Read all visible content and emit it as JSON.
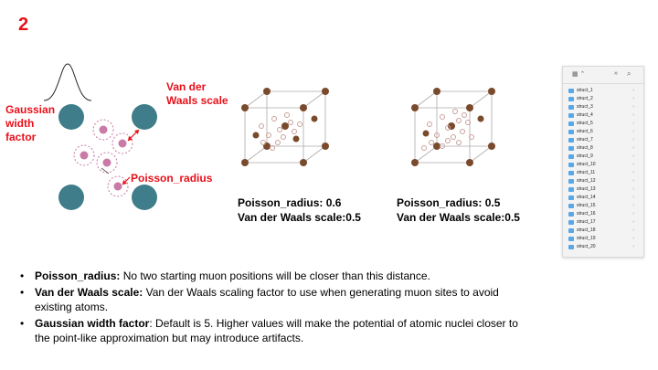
{
  "slide": {
    "number": "2"
  },
  "diagram": {
    "label_vdw": [
      "Van der",
      "Waals scale"
    ],
    "label_gaussian": [
      "Gaussian",
      "width",
      "factor"
    ],
    "label_poisson": "Poisson_radius"
  },
  "structures": [
    {
      "caption_line1": "Poisson_radius: 0.6",
      "caption_line2": "Van der Waals scale:0.5"
    },
    {
      "caption_line1": "Poisson_radius: 0.5",
      "caption_line2": "Van der Waals scale:0.5"
    }
  ],
  "finder": {
    "items": [
      "struct_1",
      "struct_2",
      "struct_3",
      "struct_4",
      "struct_5",
      "struct_6",
      "struct_7",
      "struct_8",
      "struct_9",
      "struct_10",
      "struct_11",
      "struct_12",
      "struct_13",
      "struct_14",
      "struct_15",
      "struct_16",
      "struct_17",
      "struct_18",
      "struct_19",
      "struct_20"
    ]
  },
  "bullets": [
    {
      "term": "Poisson_radius:",
      "text": " No two starting muon positions will be closer than this distance."
    },
    {
      "term": "Van der Waals scale:",
      "text": " Van der Waals scaling factor to use when generating muon sites to avoid existing atoms."
    },
    {
      "term": "Gaussian width factor",
      "text": ": Default is 5. Higher values will make the potential of atomic nuclei closer to the point-like approximation but may introduce artifacts."
    }
  ],
  "colors": {
    "accent_red": "#e8101a",
    "atom_teal": "#3f7d8a",
    "muon_pink": "#c97aa6",
    "crystal_brown": "#7a4a2c"
  }
}
